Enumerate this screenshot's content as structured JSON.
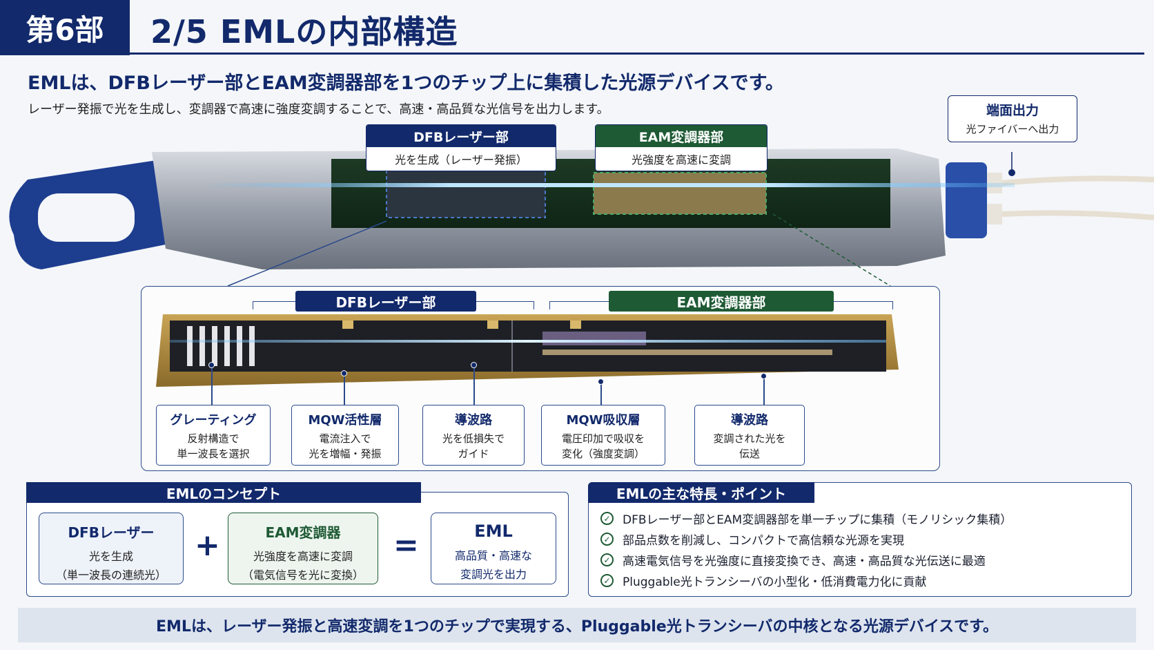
{
  "header": {
    "part": "第6部",
    "title": "2/5 EMLの内部構造"
  },
  "headline": "EMLは、DFBレーザー部とEAM変調器部を1つのチップ上に集積した光源デバイスです。",
  "subline": "レーザー発振で光を生成し、変調器で高速に強度変調することで、高速・高品質な光信号を出力します。",
  "output": {
    "title": "端面出力",
    "desc": "光ファイバーへ出力"
  },
  "module": {
    "dfb": {
      "title": "DFBレーザー部",
      "desc": "光を生成（レーザー発振）"
    },
    "eam": {
      "title": "EAM変調器部",
      "desc": "光強度を高速に変調"
    }
  },
  "chip": {
    "dfb_tag": "DFBレーザー部",
    "eam_tag": "EAM変調器部"
  },
  "callouts": [
    {
      "title": "グレーティング",
      "lines": [
        "反射構造で",
        "単一波長を選択"
      ]
    },
    {
      "title": "MQW活性層",
      "lines": [
        "電流注入で",
        "光を増幅・発振"
      ]
    },
    {
      "title": "導波路",
      "lines": [
        "光を低損失で",
        "ガイド"
      ]
    },
    {
      "title": "MQW吸収層",
      "lines": [
        "電圧印加で吸収を",
        "変化（強度変調）"
      ]
    },
    {
      "title": "導波路",
      "lines": [
        "変調された光を",
        "伝送"
      ]
    }
  ],
  "concept": {
    "title": "EMLのコンセプト",
    "dfb": {
      "title": "DFBレーザー",
      "lines": [
        "光を生成",
        "（単一波長の連続光）"
      ]
    },
    "eam": {
      "title": "EAM変調器",
      "lines": [
        "光強度を高速に変調",
        "（電気信号を光に変換）"
      ]
    },
    "eml": {
      "title": "EML",
      "lines": [
        "高品質・高速な",
        "変調光を出力"
      ]
    },
    "plus": "+",
    "equals": "="
  },
  "features": {
    "title": "EMLの主な特長・ポイント",
    "items": [
      "DFBレーザー部とEAM変調器部を単一チップに集積（モノリシック集積）",
      "部品点数を削減し、コンパクトで高信頼な光源を実現",
      "高速電気信号を光強度に直接変換でき、高速・高品質な光伝送に最適",
      "Pluggable光トランシーバの小型化・低消費電力化に貢献"
    ]
  },
  "footer": "EMLは、レーザー発振と高速変調を1つのチップで実現する、Pluggable光トランシーバの中核となる光源デバイスです。",
  "colors": {
    "navy": "#12296b",
    "green": "#1e5a34",
    "beam": "#4fb6ff"
  }
}
